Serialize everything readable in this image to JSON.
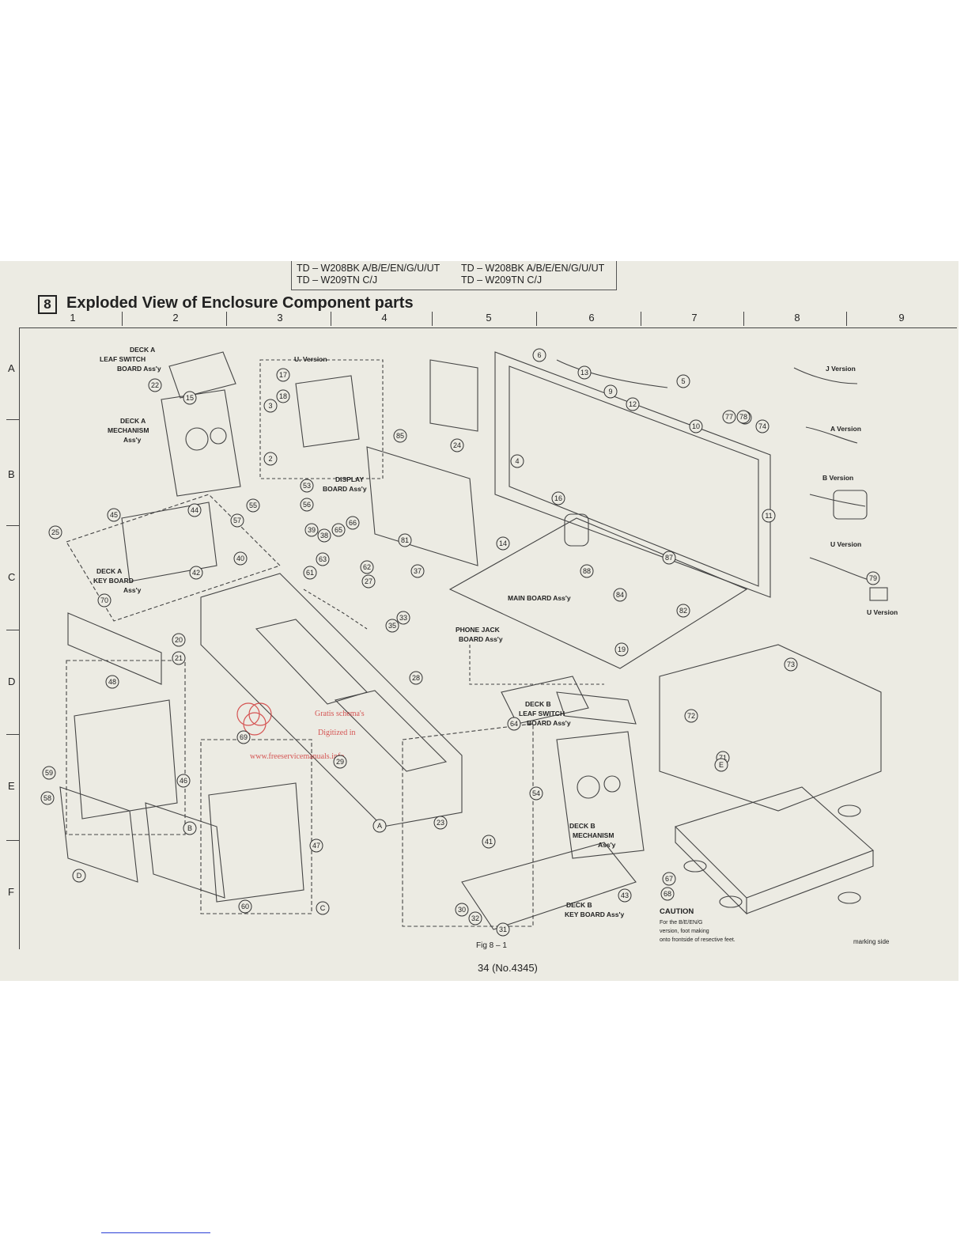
{
  "header": {
    "models_left": [
      "TD – W208BK A/B/E/EN/G/U/UT",
      "TD – W209TN C/J"
    ],
    "models_right": [
      "TD – W208BK A/B/E/EN/G/U/UT",
      "TD – W209TN C/J"
    ]
  },
  "section": {
    "number": "8",
    "title": "Exploded View of Enclosure Component parts"
  },
  "grid": {
    "columns": [
      "1",
      "2",
      "3",
      "4",
      "5",
      "6",
      "7",
      "8",
      "9"
    ],
    "rows": [
      "A",
      "B",
      "C",
      "D",
      "E",
      "F"
    ]
  },
  "labels": {
    "deck_a_leaf": [
      "DECK A",
      "LEAF SWITCH",
      "BOARD Ass'y"
    ],
    "u_version_box": "U. Version",
    "deck_a_mech": [
      "DECK A",
      "MECHANISM",
      "Ass'y"
    ],
    "display_board": [
      "DISPLAY",
      "BOARD Ass'y"
    ],
    "deck_a_key": [
      "DECK A",
      "KEY BOARD",
      "Ass'y"
    ],
    "main_board": "MAIN BOARD Ass'y",
    "phone_jack": [
      "PHONE JACK",
      "BOARD Ass'y"
    ],
    "deck_b_leaf": [
      "DECK B",
      "LEAF SWITCH",
      "BOARD Ass'y"
    ],
    "deck_b_mech": [
      "DECK B",
      "MECHANISM",
      "Ass'y"
    ],
    "deck_b_key": [
      "DECK B",
      "KEY BOARD Ass'y"
    ],
    "j_version": "J Version",
    "a_version": "A Version",
    "b_version": "B Version",
    "u_version_plug": "U Version",
    "u_version_adapter": "U Version",
    "caution_title": "CAUTION",
    "caution_text": [
      "For the B/E/EN/G",
      "version, foot making",
      "onto frontside of resective feet."
    ],
    "marking_side": "marking side"
  },
  "watermark": [
    "www.freeservicemanuals.info",
    "Gratis schema's",
    "Digitized in"
  ],
  "part_callouts": [
    "2",
    "3",
    "4",
    "5",
    "6",
    "9",
    "10",
    "11",
    "12",
    "13",
    "14",
    "15",
    "16",
    "17",
    "18",
    "19",
    "20",
    "21",
    "22",
    "23",
    "24",
    "25",
    "27",
    "28",
    "29",
    "30",
    "31",
    "32",
    "33",
    "35",
    "37",
    "38",
    "39",
    "40",
    "41",
    "42",
    "43",
    "44",
    "45",
    "46",
    "47",
    "48",
    "53",
    "54",
    "55",
    "56",
    "57",
    "58",
    "59",
    "60",
    "61",
    "62",
    "63",
    "64",
    "65",
    "66",
    "67",
    "68",
    "69",
    "70",
    "71",
    "72",
    "73",
    "74",
    "75",
    "77",
    "78",
    "79",
    "81",
    "82",
    "84",
    "85",
    "87",
    "88"
  ],
  "letter_callouts": [
    "A",
    "B",
    "C",
    "D",
    "E"
  ],
  "figure_caption": "Fig 8 – 1",
  "page_number": "34  (No.4345)"
}
